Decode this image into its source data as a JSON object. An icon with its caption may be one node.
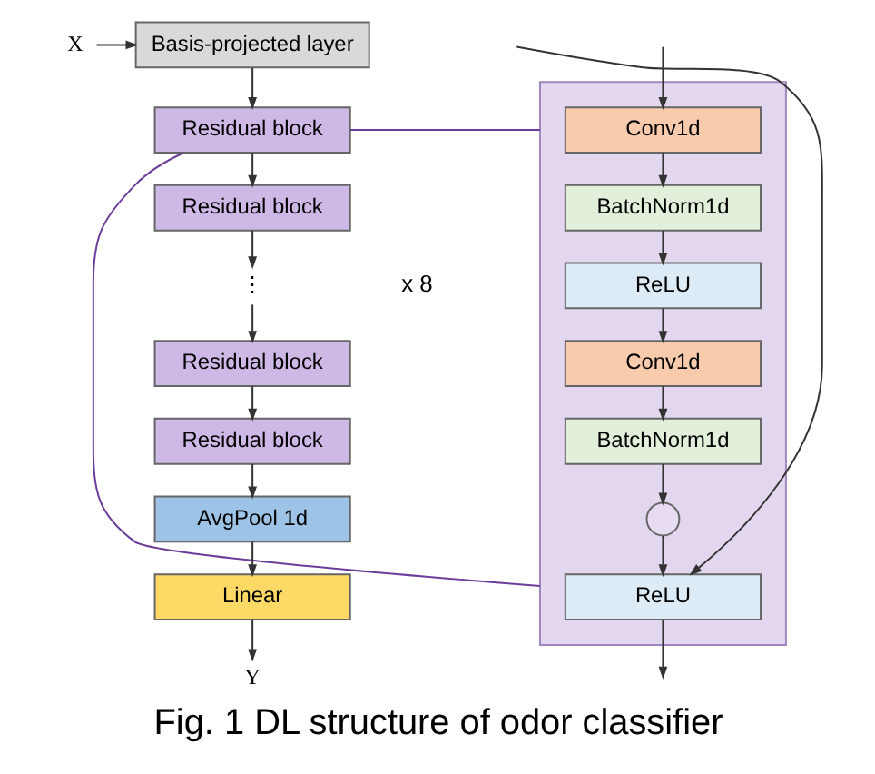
{
  "diagram": {
    "caption": "Fig. 1 DL structure of odor classifier",
    "nodes": [
      {
        "text": [
          "X"
        ]
      },
      {
        "text": [
          "Basis-projected layer"
        ]
      },
      {
        "text": [
          "Residual block"
        ]
      },
      {
        "text": [
          "Residual block"
        ]
      },
      {
        "text": [
          "⋮"
        ]
      },
      {
        "text": [
          "Residual block"
        ]
      },
      {
        "text": [
          "Residual block"
        ]
      },
      {
        "text": [
          "AvgPool 1d"
        ]
      },
      {
        "text": [
          "Linear"
        ]
      },
      {
        "text": [
          "Y"
        ]
      },
      {
        "text": [],
        "shape": "box"
      },
      {
        "text": [
          "Conv1d"
        ],
        "in": 10
      },
      {
        "text": [
          "BatchNorm1d"
        ],
        "in": 10
      },
      {
        "text": [
          "ReLU"
        ],
        "in": 10
      },
      {
        "text": [
          "Conv1d"
        ],
        "in": 10
      },
      {
        "text": [
          "BatchNorm1d"
        ],
        "in": 10
      },
      {
        "text": [],
        "shape": "circle",
        "in": 10
      },
      {
        "text": [
          "ReLU"
        ],
        "in": 10
      }
    ],
    "edges": [
      {
        "from": 0,
        "to": 1,
        "arrow": "to"
      },
      {
        "from": 1,
        "to": 2,
        "arrow": "to"
      },
      {
        "from": 2,
        "to": 3,
        "arrow": "to"
      },
      {
        "from": 3,
        "to": 4,
        "arrow": "to"
      },
      {
        "from": 4,
        "to": 5,
        "arrow": "to"
      },
      {
        "from": 5,
        "to": 6,
        "arrow": "to"
      },
      {
        "from": 6,
        "to": 7,
        "arrow": "to"
      },
      {
        "from": 7,
        "to": 8,
        "arrow": "to"
      },
      {
        "from": 8,
        "to": 9,
        "arrow": "to"
      },
      {
        "from": null,
        "to": 11,
        "arrow": "to"
      },
      {
        "from": 11,
        "to": 12,
        "arrow": "to"
      },
      {
        "from": 12,
        "to": 13,
        "arrow": "to"
      },
      {
        "from": 13,
        "to": 14,
        "arrow": "to"
      },
      {
        "from": 14,
        "to": 15,
        "arrow": "to"
      },
      {
        "from": 15,
        "to": 16,
        "arrow": "to"
      },
      {
        "from": 16,
        "to": 17,
        "arrow": "to"
      },
      {
        "from": null,
        "to": 17,
        "arrow": "to"
      },
      {
        "from": 17,
        "to": null,
        "arrow": "to"
      },
      {
        "from": 10,
        "to": 2,
        "arrow": "none",
        "color": "#6a3d9a"
      },
      {
        "from": 10,
        "to": 2,
        "arrow": "none",
        "color": "#6a3d9a"
      }
    ],
    "labels": [
      "x 8"
    ]
  }
}
